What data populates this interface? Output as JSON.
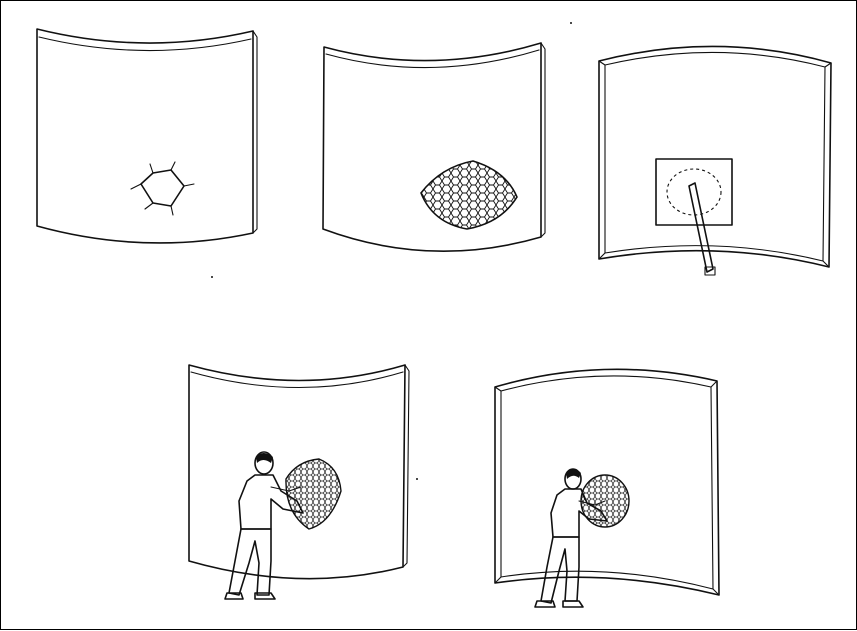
{
  "figure": {
    "panels": [
      {
        "id": "damage",
        "icon": "crack-icon"
      },
      {
        "id": "patch-mesh",
        "icon": "mesh-patch-icon"
      },
      {
        "id": "probe",
        "icon": "probe-icon"
      },
      {
        "id": "repair-worker",
        "icon": "worker-icon"
      },
      {
        "id": "repair-worker-second",
        "icon": "worker-icon"
      }
    ]
  }
}
